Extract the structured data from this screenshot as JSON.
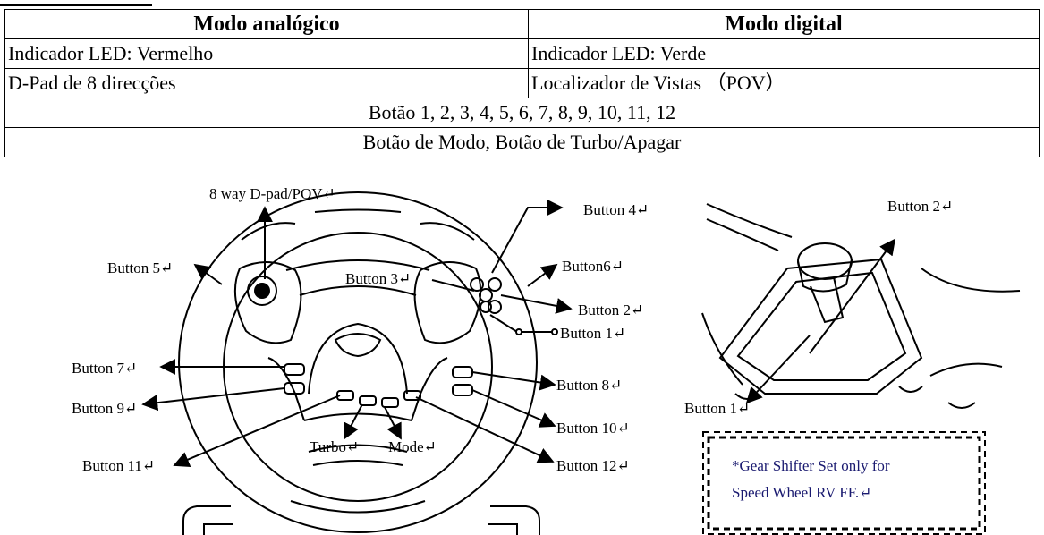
{
  "table": {
    "headers": [
      "Modo analógico",
      "Modo digital"
    ],
    "rows": [
      [
        "Indicador LED: Vermelho",
        "Indicador LED: Verde"
      ],
      [
        "D-Pad de 8 direcções",
        "Localizador de Vistas （POV）"
      ]
    ],
    "shared_rows": [
      "Botão 1, 2, 3, 4, 5, 6, 7, 8, 9, 10, 11, 12",
      "Botão de Modo, Botão de Turbo/Apagar"
    ]
  },
  "wheel_labels": {
    "dpad_pov": "8 way D-pad/POV↵",
    "button_1": "Button 1↵",
    "button_2": "Button 2↵",
    "button_3": "Button 3↵",
    "button_4": "Button 4↵",
    "button_5": "Button 5↵",
    "button_6": "Button6↵",
    "button_7": "Button 7↵",
    "button_8": "Button 8↵",
    "button_9": "Button 9↵",
    "button_10": "Button 10↵",
    "button_11": "Button 11↵",
    "button_12": "Button 12↵",
    "turbo": "Turbo↵",
    "mode": "Mode↵"
  },
  "shifter_labels": {
    "button_1": "Button 1↵",
    "button_2": "Button 2↵"
  },
  "note": {
    "line1": "*Gear Shifter Set only for",
    "line2": "Speed Wheel RV FF.↵"
  }
}
